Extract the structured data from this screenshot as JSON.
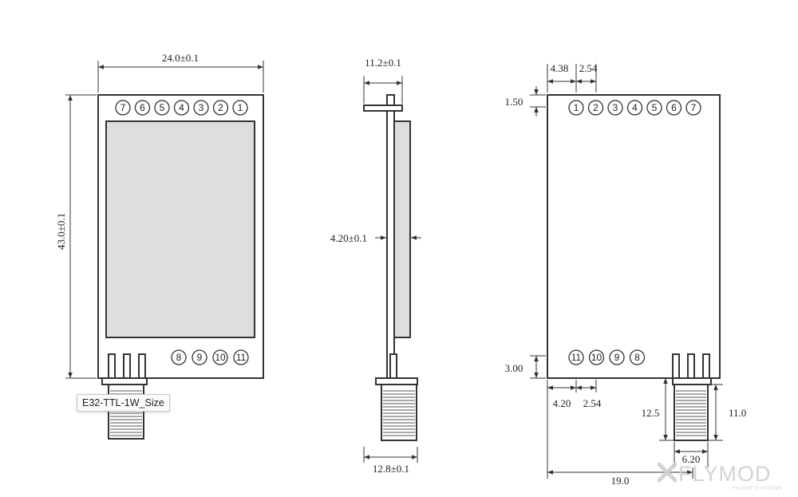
{
  "left_view": {
    "width_label": "24.0±0.1",
    "height_label": "43.0±0.1",
    "top_pins": [
      "7",
      "6",
      "5",
      "4",
      "3",
      "2",
      "1"
    ],
    "bottom_pins": [
      "8",
      "9",
      "10",
      "11"
    ]
  },
  "side_view": {
    "top_label": "11.2±0.1",
    "thickness_label": "4.20±0.1",
    "bottom_label": "12.8±0.1"
  },
  "right_view": {
    "pitch_offset_label": "4.38",
    "pitch_label": "2.54",
    "top_margin_label": "1.50",
    "bottom_margin_label": "3.00",
    "bottom_offset_label": "4.20",
    "bottom_pitch_label": "2.54",
    "connector_height_label": "12.5",
    "connector_total_label": "11.0",
    "connector_width_label": "6.20",
    "board_width_label": "19.0",
    "top_pins": [
      "1",
      "2",
      "3",
      "4",
      "5",
      "6",
      "7"
    ],
    "bottom_pins": [
      "11",
      "10",
      "9",
      "8"
    ]
  },
  "tooltip": "E32-TTL-1W_Size",
  "watermark": {
    "brand": "FLYMOD",
    "tagline": "FLIGHT SYSTEMS"
  },
  "colors": {
    "line": "#333333",
    "screen": "#dedede",
    "watermark": "#cfcfcf"
  }
}
